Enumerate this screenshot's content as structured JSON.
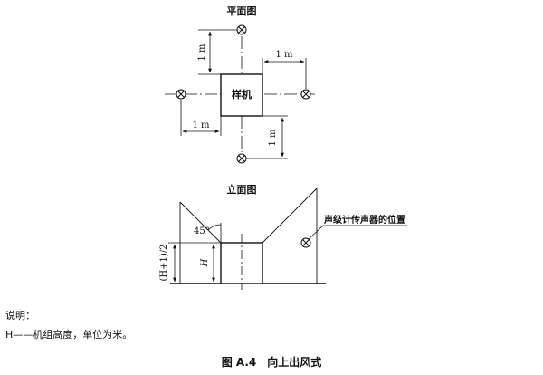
{
  "plan": {
    "title": "平面图",
    "sample_label": "样机",
    "dim_top": "1 m",
    "dim_right": "1 m",
    "dim_left": "1 m",
    "dim_bottom": "1 m"
  },
  "elevation": {
    "title": "立面图",
    "angle": "45°",
    "dim_half": "(H+1)/2",
    "dim_h": "H",
    "mic_label": "声级计传声器的位置"
  },
  "notes": {
    "heading": "说明：",
    "line": "H——机组高度，单位为米。"
  },
  "caption": "图 A.4　向上出风式"
}
